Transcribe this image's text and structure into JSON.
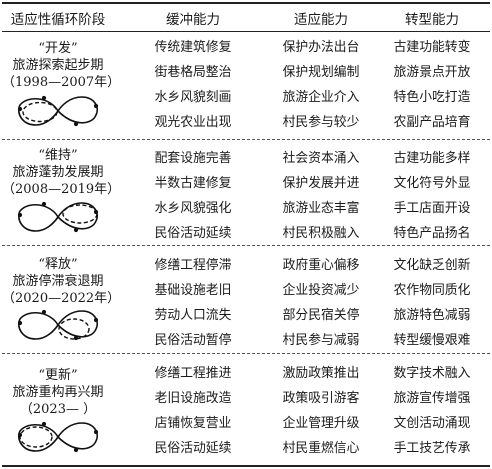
{
  "header": {
    "stage": "适应性循环阶段",
    "buffer": "缓冲能力",
    "adapt": "适应能力",
    "transform": "转型能力"
  },
  "stages": [
    {
      "name": "“开发”",
      "title": "旅游探索起步期",
      "period": "（1998—2007年）",
      "buffer": [
        "传统建筑修复",
        "街巷格局整治",
        "水乡风貌刻画",
        "观光农业出现"
      ],
      "adapt": [
        "保护办法出台",
        "保护规划编制",
        "旅游企业介入",
        "村民参与较少"
      ],
      "transform": [
        "古建功能转变",
        "旅游景点开放",
        "特色小吃打造",
        "农副产品培育"
      ]
    },
    {
      "name": "“维持”",
      "title": "旅游蓬勃发展期",
      "period": "（2008—2019年）",
      "buffer": [
        "配套设施完善",
        "半数古建修复",
        "水乡风貌强化",
        "民俗活动延续"
      ],
      "adapt": [
        "社会资本涌入",
        "保护发展并进",
        "旅游业态丰富",
        "村民积极融入"
      ],
      "transform": [
        "古建功能多样",
        "文化符号外显",
        "手工店面开设",
        "特色产品扬名"
      ]
    },
    {
      "name": "“释放”",
      "title": "旅游停滞衰退期",
      "period": "（2020—2022年）",
      "buffer": [
        "修缮工程停滞",
        "基础设施老旧",
        "劳动人口流失",
        "民俗活动暂停"
      ],
      "adapt": [
        "政府重心偏移",
        "企业投资减少",
        "部分民宿关停",
        "村民参与减弱"
      ],
      "transform": [
        "文化缺乏创新",
        "农作物同质化",
        "旅游特色减弱",
        "转型缓慢艰难"
      ]
    },
    {
      "name": "“更新”",
      "title": "旅游重构再兴期",
      "period": "（2023—        ）",
      "buffer": [
        "修缮工程推进",
        "老旧设施改造",
        "店铺恢复营业",
        "民俗活动延续"
      ],
      "adapt": [
        "激励政策推出",
        "政策吸引游客",
        "企业管理升级",
        "村民重燃信心"
      ],
      "transform": [
        "数字技术融入",
        "旅游宣传增强",
        "文创活动涌现",
        "手工技艺传承"
      ]
    }
  ]
}
